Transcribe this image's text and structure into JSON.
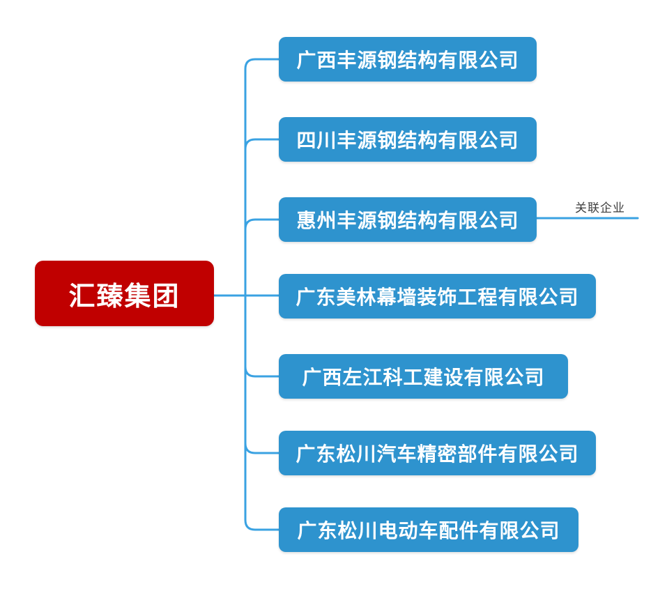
{
  "diagram": {
    "type": "org-chart-mindmap",
    "root": {
      "label": "汇臻集团"
    },
    "children": [
      {
        "label": "广西丰源钢结构有限公司"
      },
      {
        "label": "四川丰源钢结构有限公司"
      },
      {
        "label": "惠州丰源钢结构有限公司",
        "edge_label": "关联企业"
      },
      {
        "label": "广东美林幕墙装饰工程有限公司"
      },
      {
        "label": "广西左江科工建设有限公司"
      },
      {
        "label": "广东松川汽车精密部件有限公司"
      },
      {
        "label": "广东松川电动车配件有限公司"
      }
    ]
  },
  "colors": {
    "background": "#ffffff",
    "root_bg": "#c00000",
    "node_bg": "#2e93ce",
    "connector": "#3aa2e2",
    "node_text": "#ffffff",
    "edge_label_text": "#3d3d3d"
  }
}
